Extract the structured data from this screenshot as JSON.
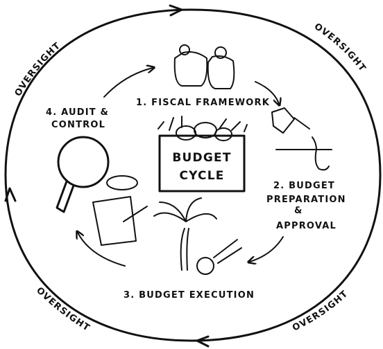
{
  "diagram": {
    "center": {
      "line1": "BUDGET",
      "line2": "CYCLE"
    },
    "stages": {
      "fiscal_framework": "1. FISCAL FRAMEWORK",
      "preparation": {
        "line1": "2. BUDGET",
        "line2": "PREPARATION",
        "line3": "&",
        "line4": "APPROVAL"
      },
      "execution": "3. BUDGET EXECUTION",
      "audit": {
        "line1": "4. AUDIT &",
        "line2": "CONTROL"
      }
    },
    "oversight_label": "OVERSIGHT",
    "colors": {
      "ink": "#111111",
      "paper": "#ffffff"
    }
  }
}
